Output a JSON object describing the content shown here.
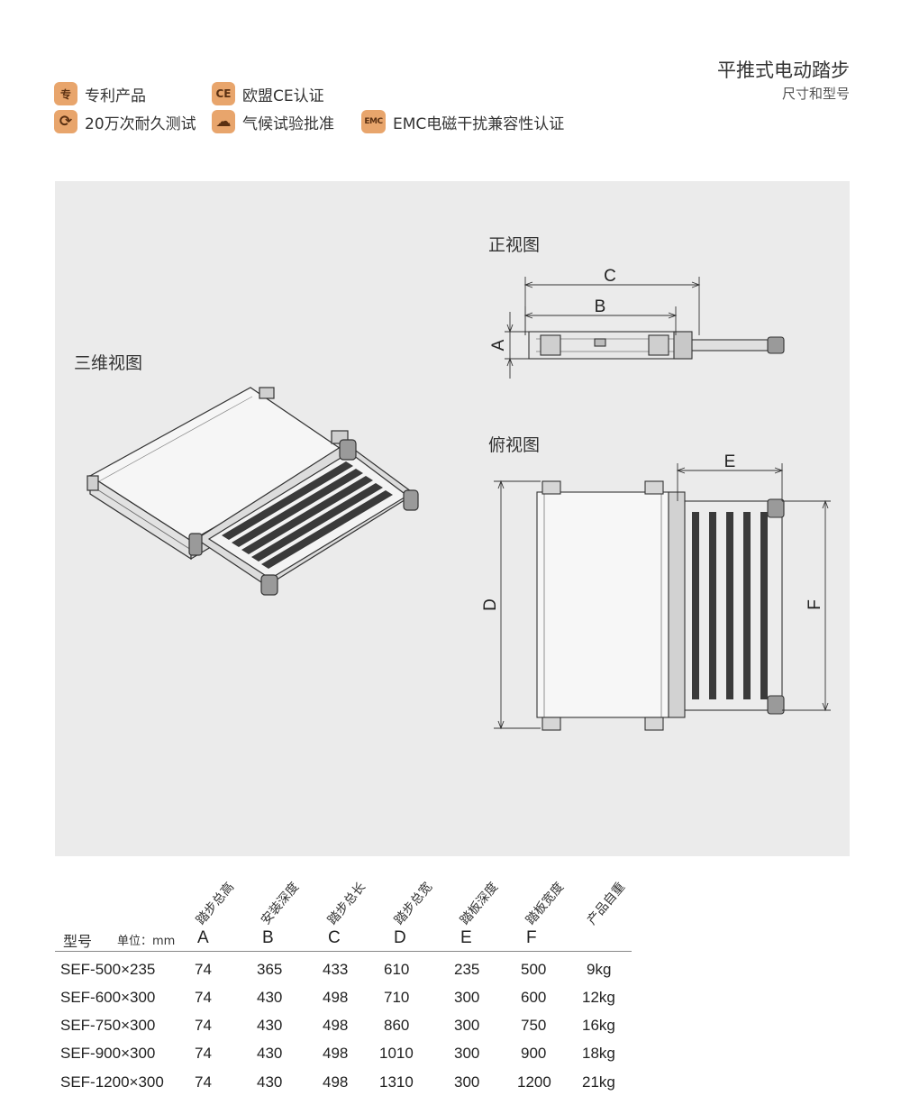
{
  "header": {
    "title": "平推式电动踏步",
    "subtitle": "尺寸和型号",
    "features": [
      {
        "icon": "patent-icon",
        "glyph": "专",
        "label": "专利产品"
      },
      {
        "icon": "ce-icon",
        "glyph": "CE",
        "label": "欧盟CE认证"
      },
      {
        "icon": "cycle-icon",
        "glyph": "⟳",
        "label": "20万次耐久测试"
      },
      {
        "icon": "cloud-icon",
        "glyph": "☁",
        "label": "气候试验批准"
      },
      {
        "icon": "emc-icon",
        "glyph": "EMC",
        "label": "EMC电磁干扰兼容性认证"
      }
    ]
  },
  "views": {
    "iso": "三维视图",
    "front": "正视图",
    "top": "俯视图"
  },
  "dims": {
    "A": "A",
    "B": "B",
    "C": "C",
    "D": "D",
    "E": "E",
    "F": "F"
  },
  "table": {
    "model_label": "型号",
    "unit_label": "单位：mm",
    "columns": [
      {
        "letter": "A",
        "desc": "踏步总高"
      },
      {
        "letter": "B",
        "desc": "安装深度"
      },
      {
        "letter": "C",
        "desc": "踏步总长"
      },
      {
        "letter": "D",
        "desc": "踏步总宽"
      },
      {
        "letter": "E",
        "desc": "踏板深度"
      },
      {
        "letter": "F",
        "desc": "踏板宽度"
      },
      {
        "letter": "",
        "desc": "产品自重"
      }
    ],
    "rows": [
      [
        "SEF-500×235",
        "74",
        "365",
        "433",
        "610",
        "235",
        "500",
        "9kg"
      ],
      [
        "SEF-600×300",
        "74",
        "430",
        "498",
        "710",
        "300",
        "600",
        "12kg"
      ],
      [
        "SEF-750×300",
        "74",
        "430",
        "498",
        "860",
        "300",
        "750",
        "16kg"
      ],
      [
        "SEF-900×300",
        "74",
        "430",
        "498",
        "1010",
        "300",
        "900",
        "18kg"
      ],
      [
        "SEF-1200×300",
        "74",
        "430",
        "498",
        "1310",
        "300",
        "1200",
        "21kg"
      ]
    ]
  },
  "colors": {
    "accent": "#e8a56c",
    "panel": "#ebebeb",
    "tread": "#3a3a3a"
  }
}
